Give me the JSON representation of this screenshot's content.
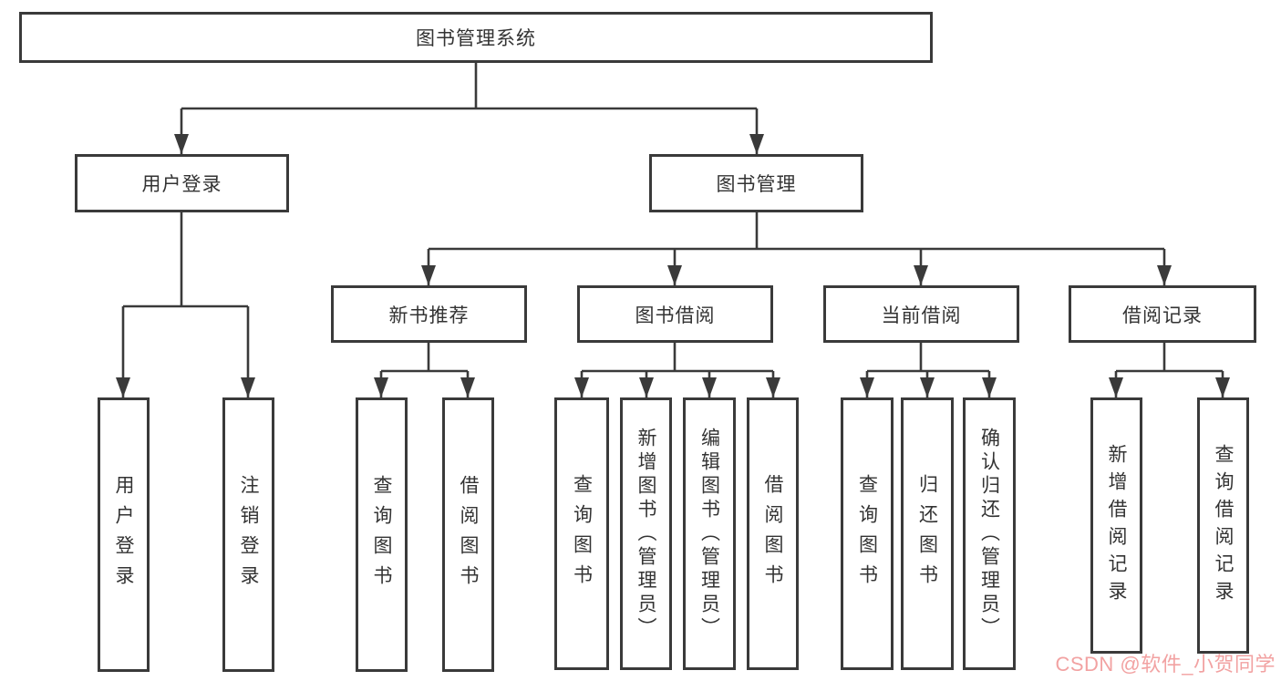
{
  "diagram": {
    "root": {
      "label": "图书管理系统"
    },
    "level2": [
      {
        "label": "用户登录"
      },
      {
        "label": "图书管理"
      }
    ],
    "level3": [
      {
        "label": "新书推荐"
      },
      {
        "label": "图书借阅"
      },
      {
        "label": "当前借阅"
      },
      {
        "label": "借阅记录"
      }
    ],
    "leaves": [
      {
        "label": "用户登录"
      },
      {
        "label": "注销登录"
      },
      {
        "label": "查询图书"
      },
      {
        "label": "借阅图书"
      },
      {
        "label": "查询图书"
      },
      {
        "label": "新增图书（管理员）"
      },
      {
        "label": "编辑图书（管理员）"
      },
      {
        "label": "借阅图书"
      },
      {
        "label": "查询图书"
      },
      {
        "label": "归还图书"
      },
      {
        "label": "确认归还（管理员）"
      },
      {
        "label": "新增借阅记录"
      },
      {
        "label": "查询借阅记录"
      }
    ]
  },
  "watermark": {
    "text": "CSDN @软件_小贺同学"
  },
  "colors": {
    "line": "#3a3a3a",
    "text": "#333333",
    "background": "#ffffff",
    "watermark": "#f2a2a2"
  }
}
